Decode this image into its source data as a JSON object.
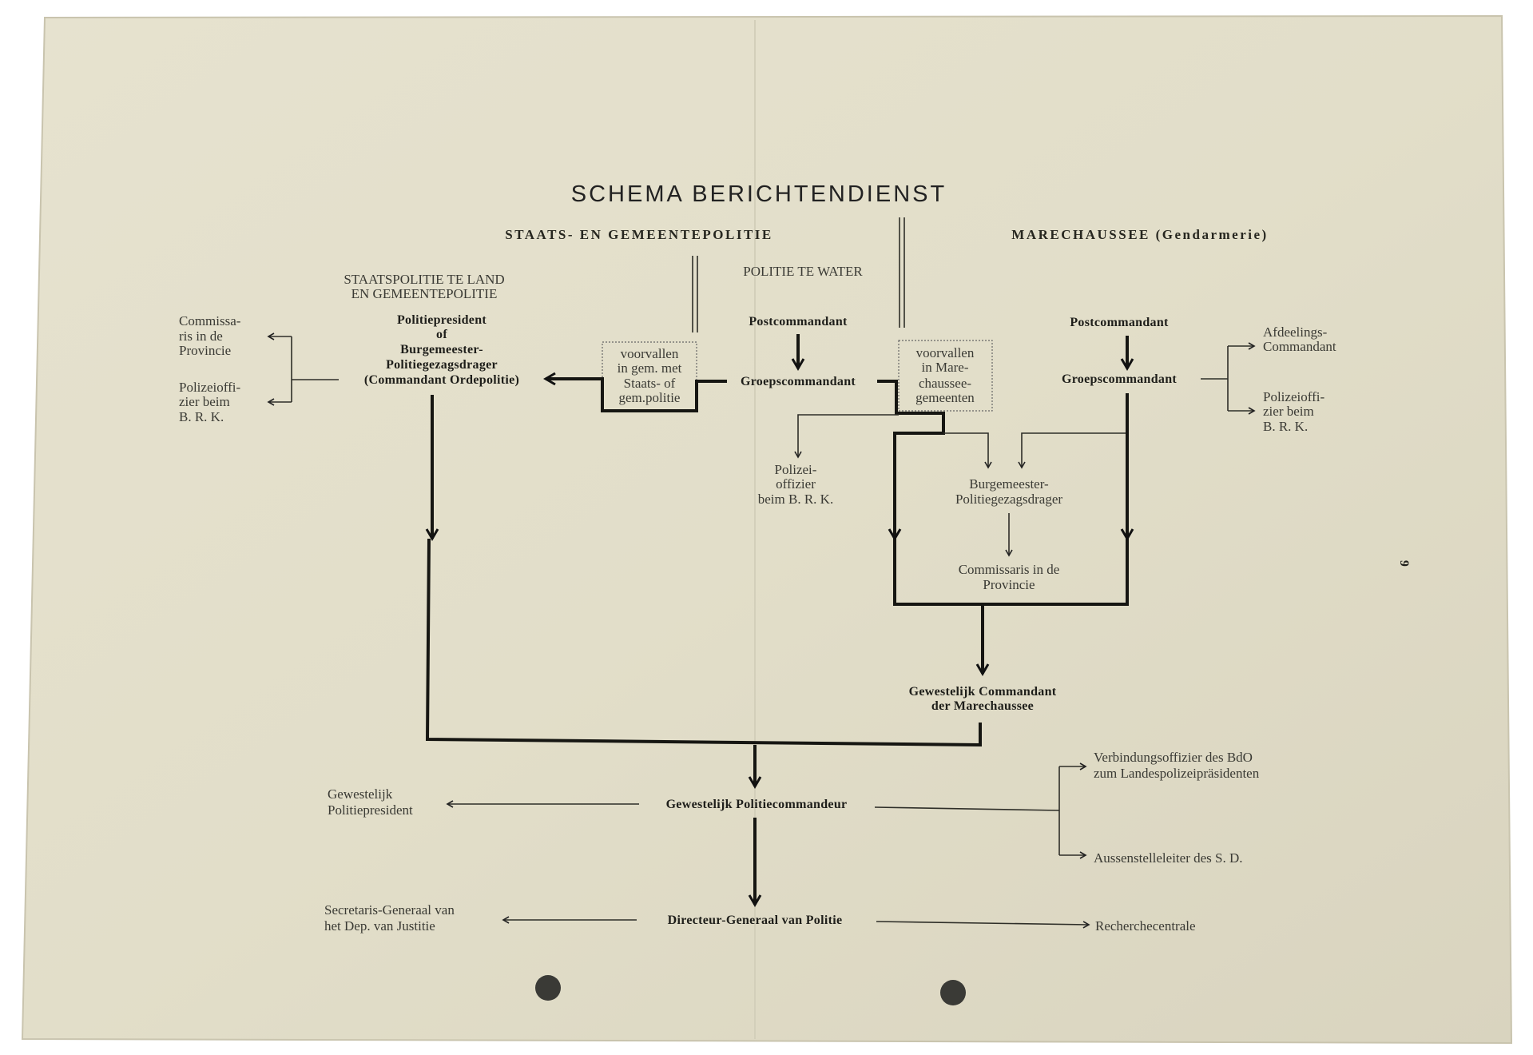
{
  "title": "SCHEMA BERICHTENDIENST",
  "headers": {
    "left": "STAATS- EN GEMEENTEPOLITIE",
    "right": "MARECHAUSSEE (Gendarmerie)",
    "land": [
      "STAATSPOLITIE TE LAND",
      "EN GEMEENTEPOLITIE"
    ],
    "water": "POLITIE TE WATER"
  },
  "left_branch": {
    "main": [
      "Politiepresident",
      "of",
      "Burgemeester-",
      "Politiegezagsdrager",
      "(Commandant Ordepolitie)"
    ],
    "commissaris": [
      "Commissa-",
      "ris in de",
      "Provincie"
    ],
    "polizeioffizier": [
      "Polizeioffi-",
      "zier beim",
      "B. R. K."
    ]
  },
  "water_branch": {
    "post": "Postcommandant",
    "groep": "Groepscommandant",
    "box_staats": [
      "voorvallen",
      "in gem. met",
      "Staats- of",
      "gem.politie"
    ],
    "box_mare": [
      "voorvallen",
      "in Mare-",
      "chaussee-",
      "gemeenten"
    ],
    "polizei": [
      "Polizei-",
      "offizier",
      "beim B. R. K."
    ]
  },
  "mare_branch": {
    "post": "Postcommandant",
    "groep": "Groepscommandant",
    "afdelings": [
      "Afdeelings-",
      "Commandant"
    ],
    "polizeioffizier": [
      "Polizeioffi-",
      "zier beim",
      "B. R. K."
    ],
    "burgemeester": [
      "Burgemeester-",
      "Politiegezagsdrager"
    ],
    "commissaris": [
      "Commissaris in de",
      "Provincie"
    ],
    "gewestelijk": [
      "Gewestelijk Commandant",
      "der Marechaussee"
    ]
  },
  "bottom": {
    "politiecommandeur": "Gewestelijk Politiecommandeur",
    "politiepresident": [
      "Gewestelijk",
      "Politiepresident"
    ],
    "verbindung": [
      "Verbindungsoffizier des BdO",
      "zum Landespolizeipräsidenten"
    ],
    "aussenstelle": "Aussenstelleleiter des S. D.",
    "directeur": "Directeur-Generaal van Politie",
    "secretaris": [
      "Secretaris-Generaal van",
      "het Dep. van Justitie"
    ],
    "recherche": "Recherchecentrale"
  },
  "page_number": "9",
  "colors": {
    "paper": "#e4e0cc",
    "ink": "#1e1e1a"
  }
}
